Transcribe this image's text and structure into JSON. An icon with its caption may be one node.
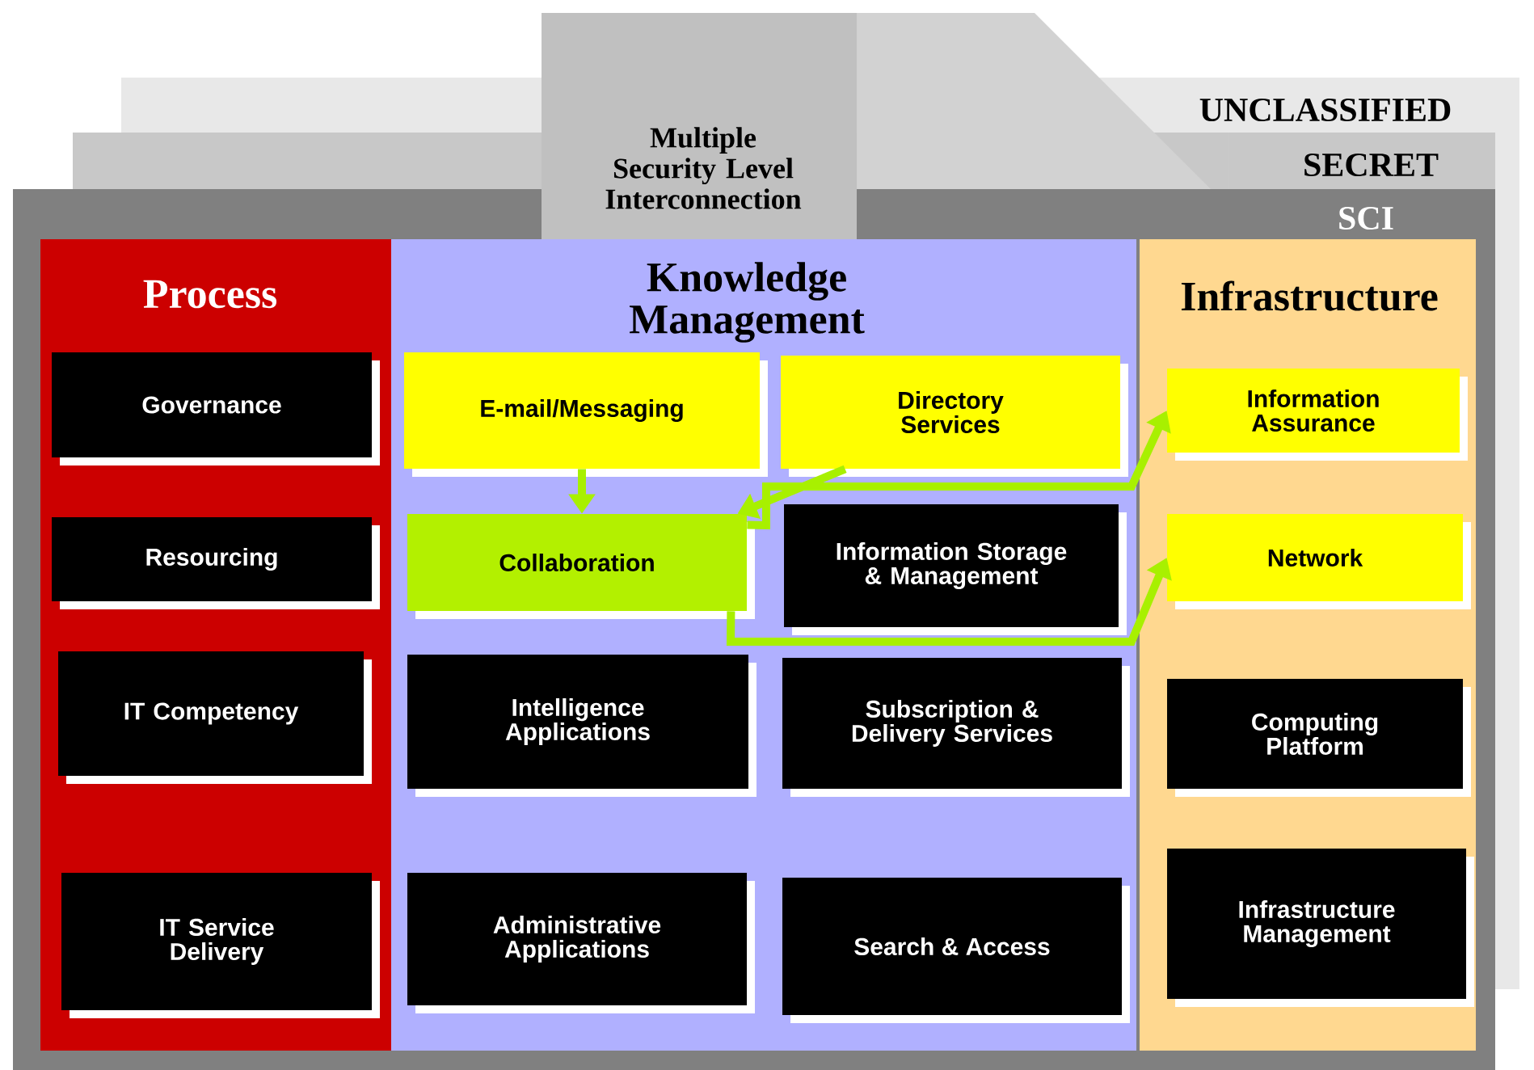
{
  "diagram": {
    "nodes": [
      {
        "text": [
          "UNCLASSIFIED"
        ]
      },
      {
        "text": [
          "SECRET"
        ]
      },
      {
        "text": [
          "SCI"
        ]
      },
      {
        "text": [
          "Multiple Security Level Interconnection"
        ]
      },
      {
        "text": [
          "Process"
        ],
        "in": 2
      },
      {
        "text": [
          "Governance"
        ],
        "in": 4
      },
      {
        "text": [
          "Resourcing"
        ],
        "in": 4
      },
      {
        "text": [
          "IT Competency"
        ],
        "in": 4
      },
      {
        "text": [
          "IT Service Delivery"
        ],
        "in": 4
      },
      {
        "text": [
          "Knowledge Management"
        ],
        "in": 2
      },
      {
        "text": [
          "E-mail/Messaging"
        ],
        "in": 9
      },
      {
        "text": [
          "Directory Services"
        ],
        "in": 9
      },
      {
        "text": [
          "Collaboration"
        ],
        "in": 9
      },
      {
        "text": [
          "Information Storage & Management"
        ],
        "in": 9
      },
      {
        "text": [
          "Intelligence Applications"
        ],
        "in": 9
      },
      {
        "text": [
          "Subscription & Delivery Services"
        ],
        "in": 9
      },
      {
        "text": [
          "Administrative Applications"
        ],
        "in": 9
      },
      {
        "text": [
          "Search & Access"
        ],
        "in": 9
      },
      {
        "text": [
          "Infrastructure"
        ],
        "in": 2
      },
      {
        "text": [
          "Information Assurance"
        ],
        "in": 18
      },
      {
        "text": [
          "Network"
        ],
        "in": 18
      },
      {
        "text": [
          "Computing Platform"
        ],
        "in": 18
      },
      {
        "text": [
          "Infrastructure Management"
        ],
        "in": 18
      }
    ],
    "edges": [
      {
        "from": 10,
        "to": 12,
        "arrow": "to"
      },
      {
        "from": 11,
        "to": 12,
        "arrow": "to"
      },
      {
        "from": 12,
        "to": 19,
        "arrow": "to"
      },
      {
        "from": 12,
        "to": 20,
        "arrow": "to"
      }
    ]
  }
}
